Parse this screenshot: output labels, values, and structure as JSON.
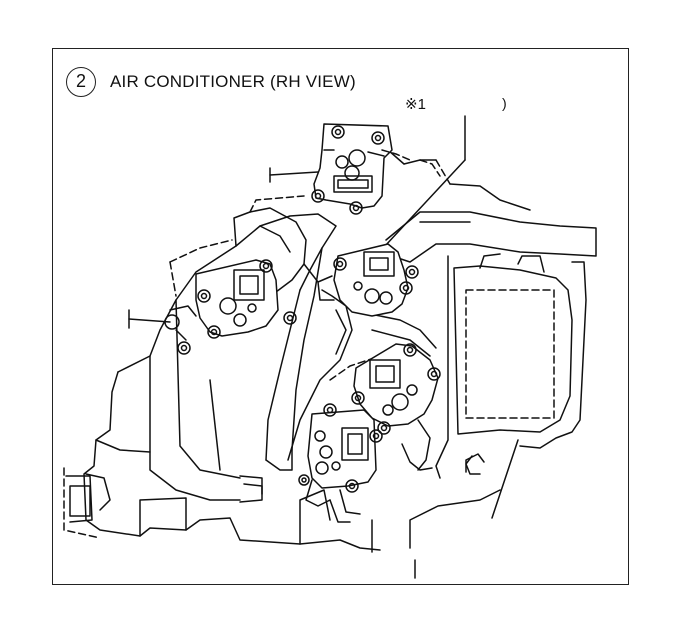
{
  "diagram": {
    "section_number": "2",
    "title": "AIR CONDITIONER (RH VIEW)",
    "reference_mark": "※1",
    "reference_tail": ")"
  }
}
